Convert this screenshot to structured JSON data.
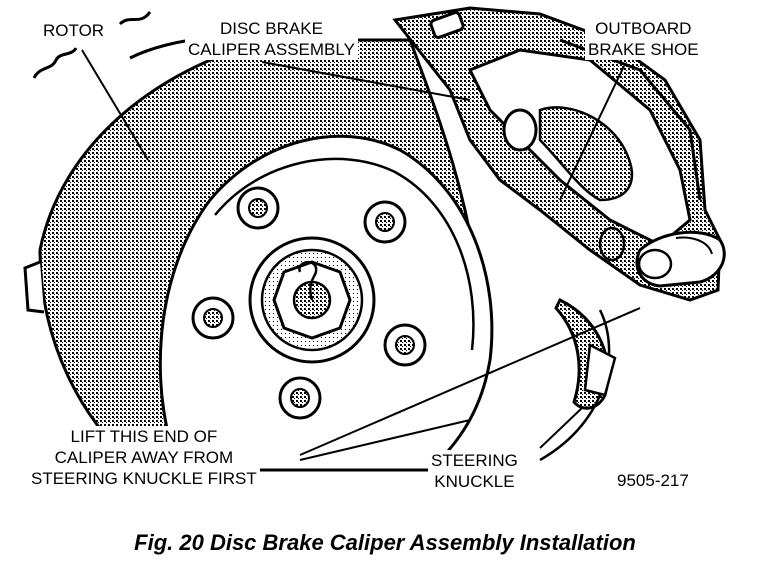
{
  "labels": {
    "rotor": "ROTOR",
    "caliper_line1": "DISC BRAKE",
    "caliper_line2": "CALIPER ASSEMBLY",
    "shoe_line1": "OUTBOARD",
    "shoe_line2": "BRAKE SHOE",
    "lift_line1": "LIFT THIS END OF",
    "lift_line2": "CALIPER AWAY FROM",
    "lift_line3": "STEERING KNUCKLE FIRST",
    "knuckle_line1": "STEERING",
    "knuckle_line2": "KNUCKLE",
    "figure_number": "9505-217"
  },
  "caption": "Fig. 20 Disc Brake Caliper Assembly Installation",
  "colors": {
    "ink": "#000000",
    "paper": "#ffffff",
    "shade": "#9a9a9a"
  }
}
